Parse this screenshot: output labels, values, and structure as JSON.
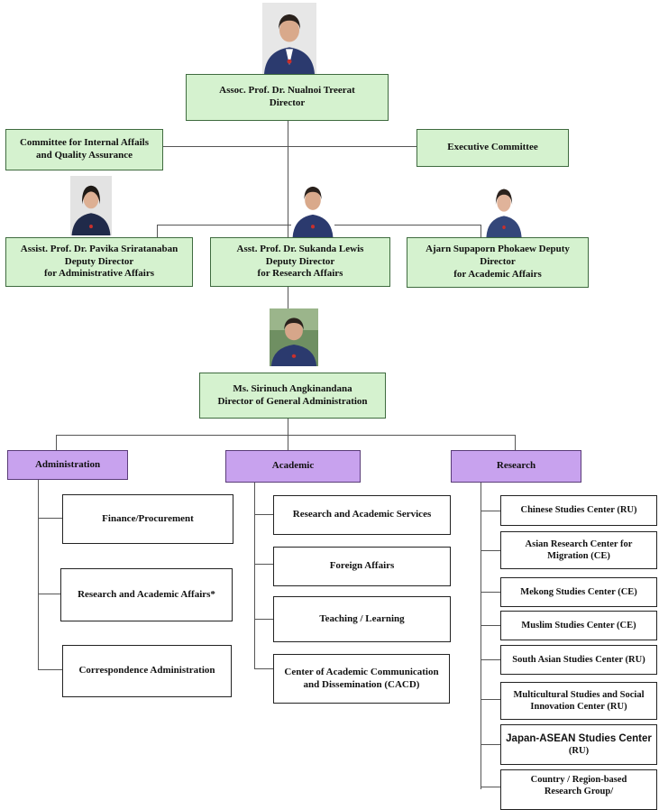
{
  "director": {
    "line1": "Assoc. Prof. Dr. Nualnoi Treerat",
    "line2": "Director"
  },
  "committees": {
    "left": {
      "line1": "Committee for Internal Affails",
      "line2": "and Quality Assurance"
    },
    "right": {
      "line1": "Executive Committee"
    }
  },
  "deputies": [
    {
      "line1": "Assist. Prof.  Dr. Pavika  Sriratanaban",
      "line2": "Deputy Director",
      "line3": "for Administrative Affairs"
    },
    {
      "line1": "Asst. Prof. Dr. Sukanda Lewis",
      "line2": "Deputy Director",
      "line3": "for Research Affairs"
    },
    {
      "line1": "Ajarn Supaporn Phokaew  Deputy",
      "line2": "Director",
      "line3": "for Academic Affairs"
    }
  ],
  "general_admin": {
    "line1": "Ms. Sirinuch  Angkinandana",
    "line2": "Director of General Administration"
  },
  "divisions": {
    "administration": {
      "label": "Administration",
      "items": [
        "Finance/Procurement",
        "Research and Academic Affairs*",
        "Correspondence Administration"
      ]
    },
    "academic": {
      "label": "Academic",
      "items": [
        {
          "line1": "Research and Academic Services",
          "line2": ""
        },
        {
          "line1": "Foreign Affairs",
          "line2": ""
        },
        {
          "line1": "Teaching / Learning",
          "line2": ""
        },
        {
          "line1": "Center of Academic Communication",
          "line2": "and Dissemination (CACD)"
        }
      ]
    },
    "research": {
      "label": "Research",
      "items": [
        {
          "line1": "Chinese Studies Center (RU)",
          "line2": ""
        },
        {
          "line1": "Asian Research Center for",
          "line2": "Migration (CE)"
        },
        {
          "line1": "Mekong Studies Center (CE)",
          "line2": ""
        },
        {
          "line1": "Muslim Studies Center (CE)",
          "line2": ""
        },
        {
          "line1": "South Asian Studies Center (RU)",
          "line2": ""
        },
        {
          "line1": "Multicultural Studies and Social",
          "line2": "Innovation Center (RU)"
        },
        {
          "line1": "Japan-ASEAN Studies Center",
          "line2": "(RU)"
        },
        {
          "line1": "Country / Region-based",
          "line2": "Research Group/"
        }
      ]
    }
  },
  "colors": {
    "green_box": "#d5f2cf",
    "purple_box": "#c8a2ee",
    "line": "#555555",
    "jacket": "#2b3a6e"
  },
  "photos": [
    "portrait-director",
    "portrait-deputy-admin",
    "portrait-deputy-research",
    "portrait-deputy-academic",
    "portrait-general-admin"
  ]
}
